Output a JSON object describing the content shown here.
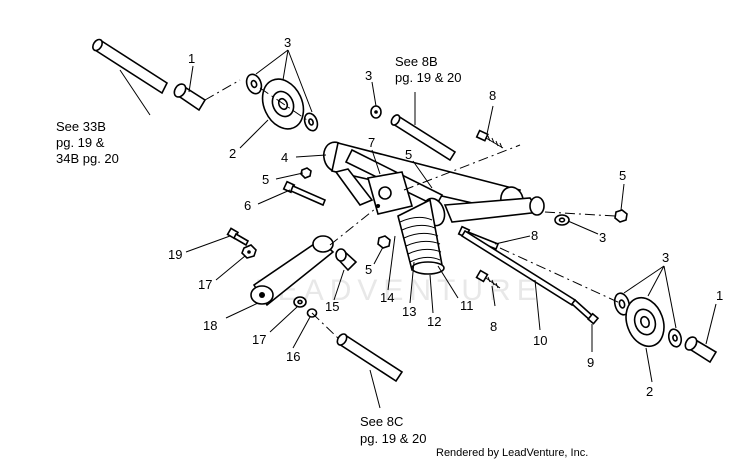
{
  "watermark": {
    "logo_text": "LEADVENTURE"
  },
  "credit": "Rendered by LeadVenture, Inc.",
  "notes": {
    "n33b": [
      "See 33B",
      "pg. 19 &",
      "34B pg. 20"
    ],
    "n8b": [
      "See 8B",
      "pg. 19 &  20"
    ],
    "n8c": [
      "See 8C",
      "pg. 19 &  20"
    ]
  },
  "callouts": {
    "c1a": "1",
    "c3a": "3",
    "c2a": "2",
    "c3b": "3",
    "c8a": "8",
    "c4": "4",
    "c7": "7",
    "c5a": "5",
    "c5b": "5",
    "c6": "6",
    "c5c": "5",
    "c3c": "3",
    "c8b": "8",
    "c19": "19",
    "c17a": "17",
    "c5d": "5",
    "c14": "14",
    "c15": "15",
    "c13": "13",
    "c12": "12",
    "c11": "11",
    "c8c": "8",
    "c18": "18",
    "c17b": "17",
    "c16": "16",
    "c10": "10",
    "c9": "9",
    "c3d": "3",
    "c1b": "1",
    "c2b": "2"
  }
}
